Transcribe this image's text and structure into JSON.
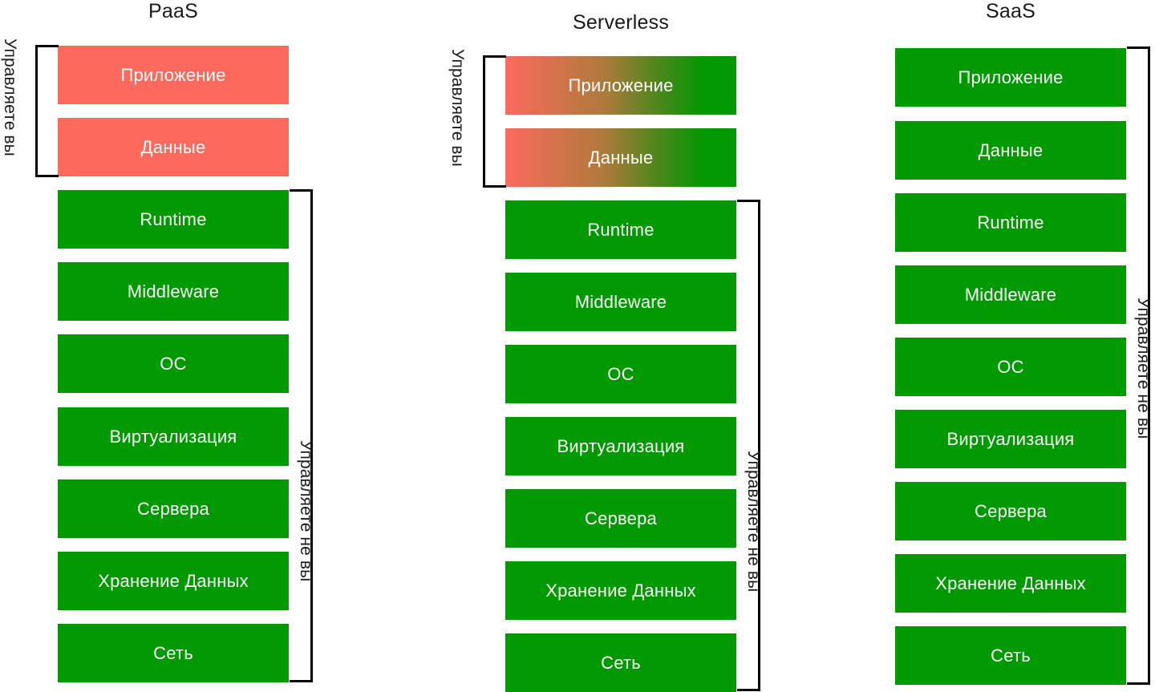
{
  "diagram": {
    "title_hidden": "",
    "background_color": "#ffffff",
    "colors": {
      "managed_by_you": "#fc6a5d",
      "managed_by_provider": "#009900",
      "shared": "gradient #fc6a5d -> #009900",
      "text_on_box": "#ffffff",
      "line": "#000000"
    }
  },
  "columns": [
    {
      "id": "paas",
      "title": "PaaS",
      "layers": [
        {
          "label": "Приложение",
          "fill": "red"
        },
        {
          "label": "Данные",
          "fill": "red"
        },
        {
          "label": "Runtime",
          "fill": "green"
        },
        {
          "label": "Middleware",
          "fill": "green"
        },
        {
          "label": "ОС",
          "fill": "green"
        },
        {
          "label": "Виртуализация",
          "fill": "green"
        },
        {
          "label": "Сервера",
          "fill": "green"
        },
        {
          "label": "Хранение Данных",
          "fill": "green"
        },
        {
          "label": "Сеть",
          "fill": "green"
        }
      ],
      "brackets": [
        {
          "side": "left",
          "label": "Управляете вы",
          "from_layer": 0,
          "to_layer": 1
        },
        {
          "side": "right",
          "label": "Управляете не вы",
          "from_layer": 2,
          "to_layer": 8
        }
      ]
    },
    {
      "id": "serverless",
      "title": "Serverless",
      "layers": [
        {
          "label": "Приложение",
          "fill": "gradient"
        },
        {
          "label": "Данные",
          "fill": "gradient"
        },
        {
          "label": "Runtime",
          "fill": "green"
        },
        {
          "label": "Middleware",
          "fill": "green"
        },
        {
          "label": "ОС",
          "fill": "green"
        },
        {
          "label": "Виртуализация",
          "fill": "green"
        },
        {
          "label": "Сервера",
          "fill": "green"
        },
        {
          "label": "Хранение Данных",
          "fill": "green"
        },
        {
          "label": "Сеть",
          "fill": "green"
        }
      ],
      "brackets": [
        {
          "side": "left",
          "label": "Управляете вы",
          "from_layer": 0,
          "to_layer": 1
        },
        {
          "side": "right",
          "label": "Управляете не вы",
          "from_layer": 2,
          "to_layer": 8
        }
      ]
    },
    {
      "id": "saas",
      "title": "SaaS",
      "layers": [
        {
          "label": "Приложение",
          "fill": "green"
        },
        {
          "label": "Данные",
          "fill": "green"
        },
        {
          "label": "Runtime",
          "fill": "green"
        },
        {
          "label": "Middleware",
          "fill": "green"
        },
        {
          "label": "ОС",
          "fill": "green"
        },
        {
          "label": "Виртуализация",
          "fill": "green"
        },
        {
          "label": "Сервера",
          "fill": "green"
        },
        {
          "label": "Хранение Данных",
          "fill": "green"
        },
        {
          "label": "Сеть",
          "fill": "green"
        }
      ],
      "brackets": [
        {
          "side": "right",
          "label": "Управляете не вы",
          "from_layer": 0,
          "to_layer": 8
        }
      ]
    }
  ]
}
